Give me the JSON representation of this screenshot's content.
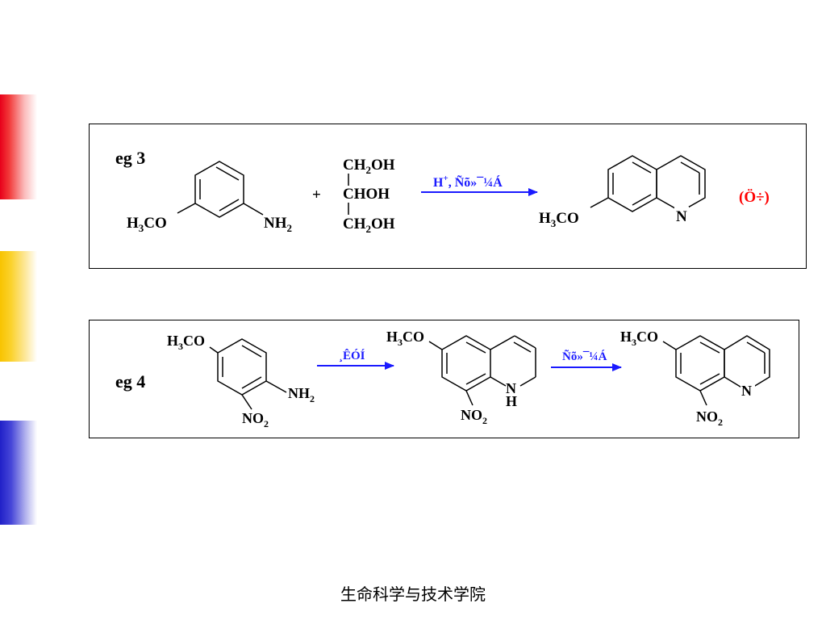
{
  "slide": {
    "footer": "生命科学与技术学院"
  },
  "eg3": {
    "label": "eg 3",
    "reactant1": {
      "left": "H",
      "left_sub": "3",
      "left_tail": "CO",
      "right": "NH",
      "right_sub": "2"
    },
    "plus": "+",
    "reactant2": {
      "line1": "CH",
      "line1_sub": "2",
      "line1_tail": "OH",
      "line2": "CHOH",
      "line3": "CH",
      "line3_sub": "2",
      "line3_tail": "OH"
    },
    "arrow": {
      "label_h": "H",
      "label_sup": "+",
      "label_rest": ", Ñõ»¯¼Á"
    },
    "product": {
      "left": "H",
      "left_sub": "3",
      "left_tail": "CO",
      "n": "N"
    },
    "note": "(Ö÷)"
  },
  "eg4": {
    "label": "eg 4",
    "reactant": {
      "top": "H",
      "top_sub": "3",
      "top_tail": "CO",
      "amine": "NH",
      "amine_sub": "2",
      "nitro": "NO",
      "nitro_sub": "2"
    },
    "arrow1": {
      "label": "¸ÊÓÍ"
    },
    "intermediate": {
      "top": "H",
      "top_sub": "3",
      "top_tail": "CO",
      "n": "N",
      "h": "H",
      "nitro": "NO",
      "nitro_sub": "2"
    },
    "arrow2": {
      "label": "Ñõ»¯¼Á"
    },
    "product": {
      "top": "H",
      "top_sub": "3",
      "top_tail": "CO",
      "n": "N",
      "nitro": "NO",
      "nitro_sub": "2"
    }
  },
  "colors": {
    "arrow": "#1a1aff",
    "note": "#ff0000",
    "bar_red": "#e8001a",
    "bar_yellow": "#f8c300",
    "bar_blue": "#2020c8"
  }
}
